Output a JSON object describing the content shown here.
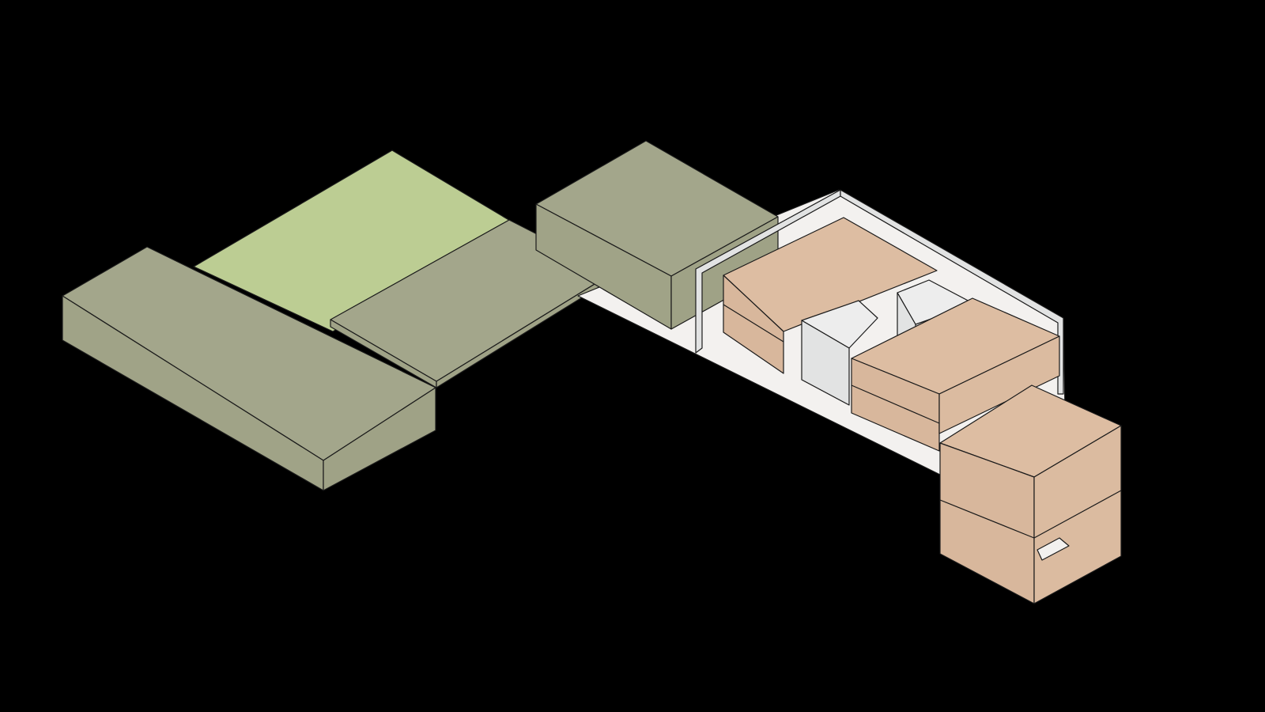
{
  "diagram": {
    "background": "#000000",
    "palette": {
      "olive_top": "#a3a68b",
      "olive_side": "#9fa286",
      "olive_front": "#a0a387",
      "green_top": "#bccd93",
      "peach_top": "#ddbda2",
      "peach_side": "#dbbba0",
      "peach_front": "#d8b79c",
      "grey_top": "#ededed",
      "grey_side": "#e2e3e3",
      "plaza": "#f3f1ef",
      "edge": "#1a1a1a"
    },
    "masses": [
      {
        "name": "green-lawn",
        "color": "green"
      },
      {
        "name": "olive-block-left",
        "color": "olive"
      },
      {
        "name": "olive-canopy",
        "color": "olive"
      },
      {
        "name": "olive-block-middle",
        "color": "olive"
      },
      {
        "name": "plaza-ground",
        "color": "plaza"
      },
      {
        "name": "peach-block-1",
        "color": "peach"
      },
      {
        "name": "peach-block-2",
        "color": "peach"
      },
      {
        "name": "peach-block-3",
        "color": "peach"
      },
      {
        "name": "grey-core-1",
        "color": "grey"
      },
      {
        "name": "grey-core-2",
        "color": "grey"
      }
    ]
  }
}
